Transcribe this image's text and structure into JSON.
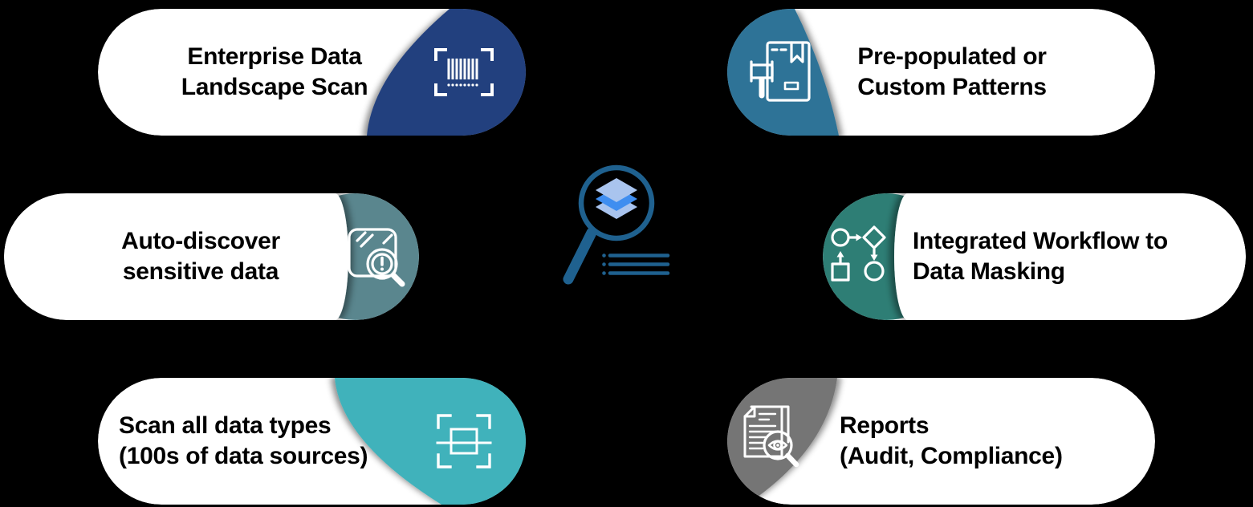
{
  "pills": {
    "p1": {
      "line1": "Enterprise Data",
      "line2": "Landscape Scan",
      "icon": "barcode-scan-icon",
      "accent": "#24407E"
    },
    "p2": {
      "line1": "Auto-discover",
      "line2": "sensitive data",
      "icon": "search-document-alert-icon",
      "accent": "#5A868E"
    },
    "p3": {
      "line1": "Scan all data types",
      "line2": "(100s of data sources)",
      "icon": "scan-frame-icon",
      "accent": "#3FB2BB"
    },
    "p4": {
      "line1": "Pre-populated or",
      "line2": "Custom Patterns",
      "icon": "rules-gavel-book-icon",
      "accent": "#2F7397"
    },
    "p5": {
      "line1": "Integrated Workflow to",
      "line2": "Data Masking",
      "icon": "workflow-icon",
      "accent": "#2E7E75"
    },
    "p6": {
      "line1": "Reports",
      "line2": "(Audit, Compliance)",
      "icon": "report-magnifier-icon",
      "accent": "#757575"
    }
  },
  "center": {
    "icon": "magnifier-data-layers-icon",
    "colors": {
      "outline": "#1F618F",
      "layer_light": "#A9C4EE",
      "layer_bright": "#3F8EF0"
    }
  },
  "colors": {
    "background": "#000000",
    "pill": "#FFFFFF",
    "text": "#000000",
    "icon_stroke": "#FFFFFF"
  }
}
